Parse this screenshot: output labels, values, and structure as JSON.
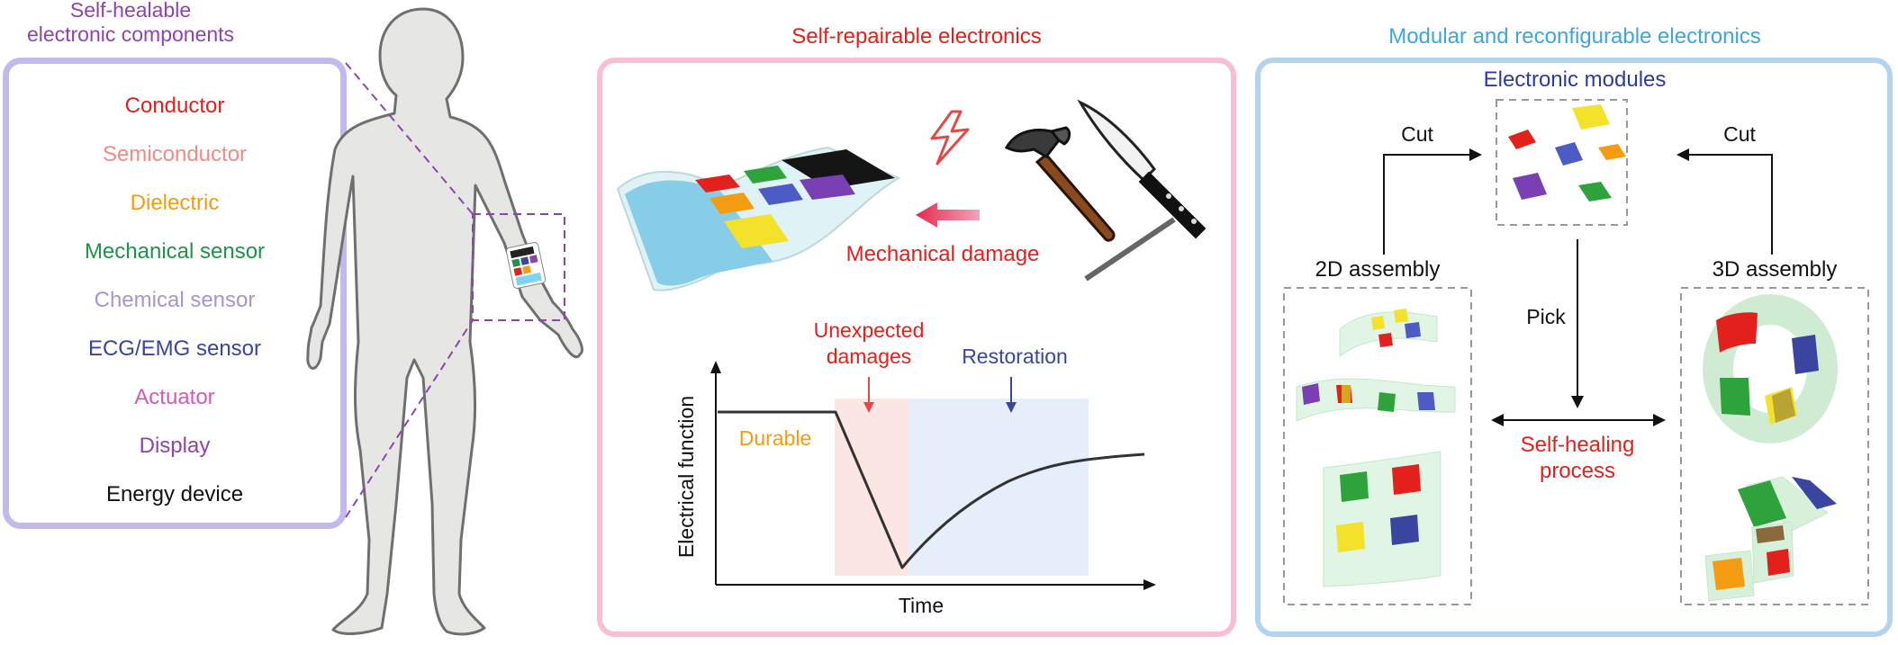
{
  "left_panel": {
    "title_line1": "Self-healable",
    "title_line2": "electronic components",
    "components": [
      {
        "label": "Conductor",
        "color": "#e2211c"
      },
      {
        "label": "Semiconductor",
        "color": "#f28a8a"
      },
      {
        "label": "Dielectric",
        "color": "#f39c12"
      },
      {
        "label": "Mechanical sensor",
        "color": "#1e9449"
      },
      {
        "label": "Chemical sensor",
        "color": "#9f98d3"
      },
      {
        "label": "ECG/EMG sensor",
        "color": "#3a45a0"
      },
      {
        "label": "Actuator",
        "color": "#d35ab0"
      },
      {
        "label": "Display",
        "color": "#8e44ad"
      },
      {
        "label": "Energy device",
        "color": "#111111"
      }
    ],
    "border_color": "#c2baeb"
  },
  "middle_panel": {
    "title": "Self-repairable electronics",
    "damage_label": "Mechanical damage",
    "border_color": "#f8bfd0",
    "graph": {
      "ylabel": "Electrical function",
      "xlabel": "Time",
      "durable_label": "Durable",
      "damage_label_line1": "Unexpected",
      "damage_label_line2": "damages",
      "restoration_label": "Restoration"
    }
  },
  "right_panel": {
    "title": "Modular and reconfigurable electronics",
    "modules_label": "Electronic modules",
    "cut_left": "Cut",
    "cut_right": "Cut",
    "assembly_2d": "2D assembly",
    "assembly_3d": "3D assembly",
    "pick": "Pick",
    "process_line1": "Self-healing",
    "process_line2": "process",
    "border_color": "#b4d3ec"
  },
  "colors": {
    "title_purple": "#8e44ad",
    "title_red": "#e2211c",
    "title_blue": "#3fa6d8",
    "modules_blue": "#2d3c9a",
    "restoration_blue": "#3a45a0"
  },
  "icons": [
    "human-body-icon",
    "lightning-icon",
    "hammer-icon",
    "knife-icon",
    "left-arrow-icon"
  ]
}
